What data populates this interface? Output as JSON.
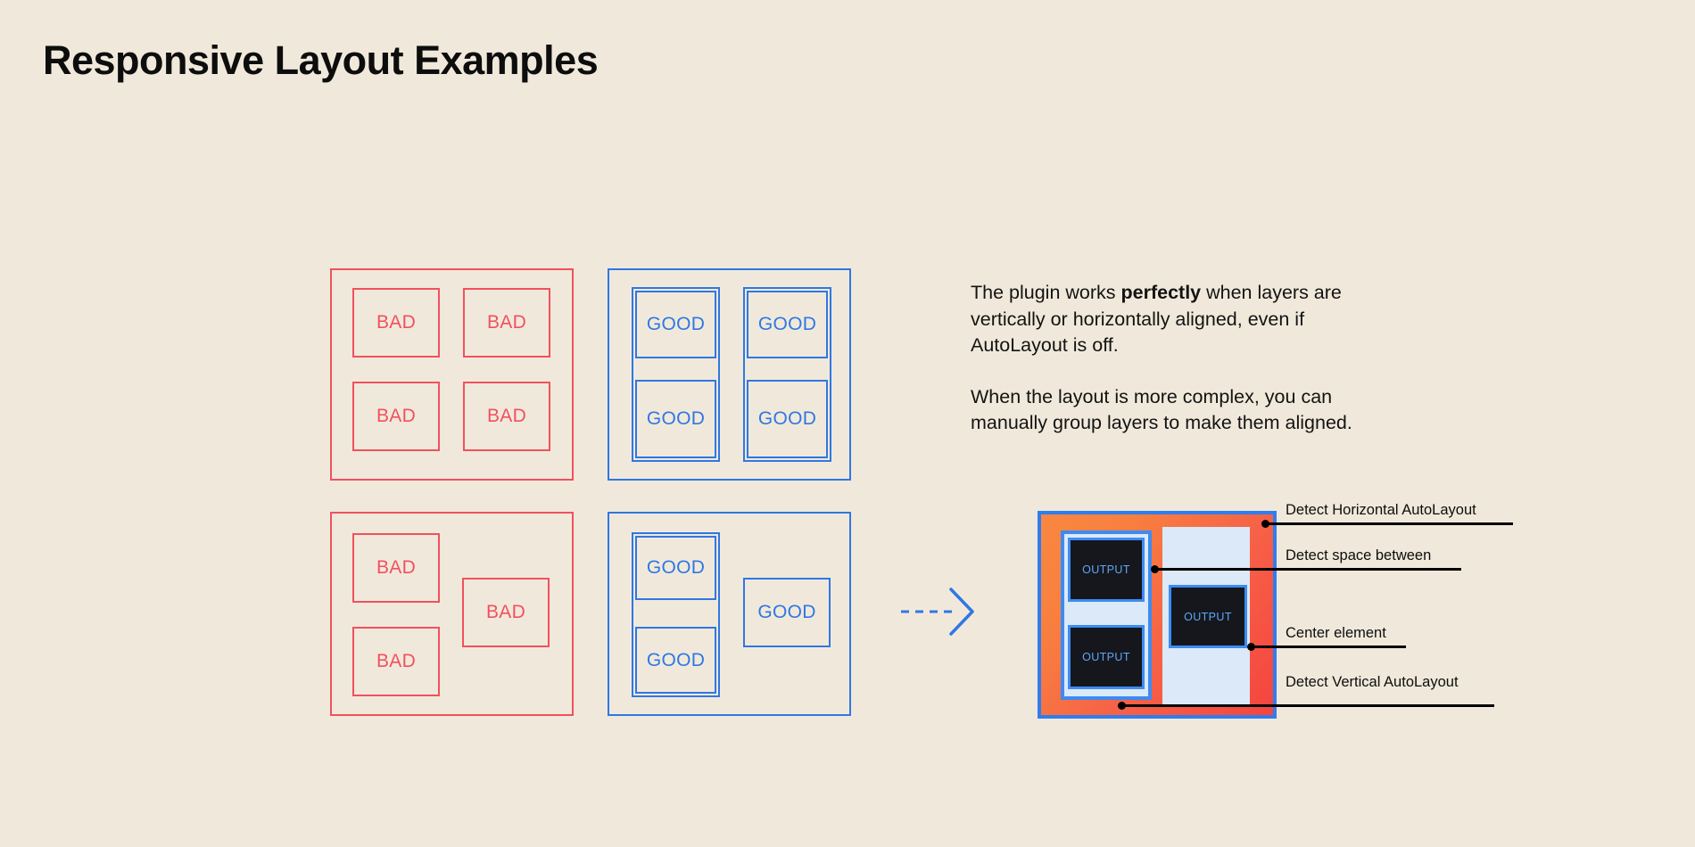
{
  "page": {
    "title": "Responsive Layout Examples",
    "background_color": "#f0e9db"
  },
  "colors": {
    "bad": "#f2505f",
    "good": "#3077e3",
    "mock_border": "#2f7def",
    "mock_fill_start": "#f98740",
    "mock_fill_end": "#f5443f",
    "mock_panel": "#dbe9f8",
    "mock_output_bg": "#15171d",
    "mock_output_text": "#5fa6f5",
    "text": "#0d0d0d",
    "arrow": "#3077e3"
  },
  "examples": {
    "bad_label": "BAD",
    "good_label": "GOOD",
    "grid_example": {
      "bad_boxes": [
        "BAD",
        "BAD",
        "BAD",
        "BAD"
      ],
      "good_boxes": [
        "GOOD",
        "GOOD",
        "GOOD",
        "GOOD"
      ]
    },
    "complex_example": {
      "bad_boxes": [
        "BAD",
        "BAD",
        "BAD"
      ],
      "good_boxes": [
        "GOOD",
        "GOOD",
        "GOOD"
      ]
    }
  },
  "copy": {
    "paragraph1_before": "The plugin works ",
    "paragraph1_bold": "perfectly",
    "paragraph1_after": " when layers are vertically or horizontally aligned, even if AutoLayout is off.",
    "paragraph2": "When the layout is more complex, you can manually group layers to make them aligned."
  },
  "mock": {
    "output_label": "OUTPUT",
    "outputs": [
      "OUTPUT",
      "OUTPUT",
      "OUTPUT"
    ],
    "annotations": [
      {
        "label": "Detect Horizontal AutoLayout"
      },
      {
        "label": "Detect space between"
      },
      {
        "label": "Center element"
      },
      {
        "label": "Detect Vertical AutoLayout"
      }
    ]
  },
  "arrow": {
    "name": "dashed-right-arrow"
  }
}
